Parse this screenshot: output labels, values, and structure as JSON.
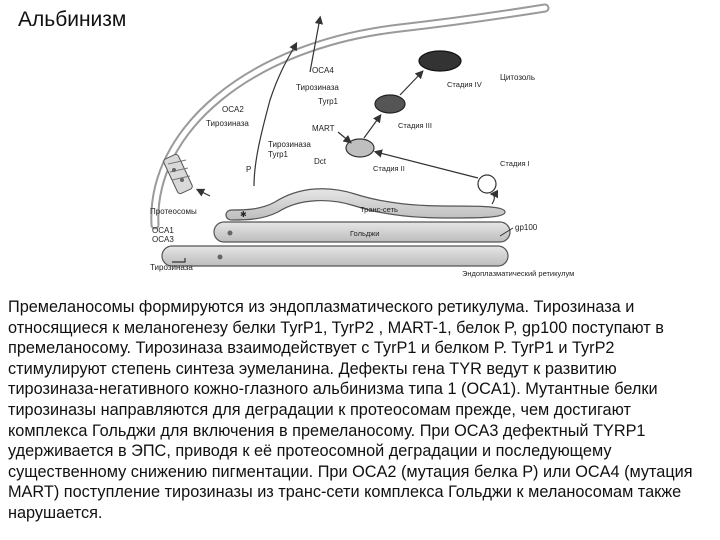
{
  "title": "Альбинизм",
  "diagram": {
    "labels": {
      "cytosol": "Цитозоль",
      "stage4": "Стадия IV",
      "stage3": "Стадия III",
      "stage2": "Стадия II",
      "stage1": "Стадия I",
      "oca4": "OCA4",
      "tyrosinase_a": "Тирозиназа",
      "tyrp1_a": "Tyrp1",
      "oca2": "OCA2",
      "tyrosinase_b": "Тирозиназа",
      "mart": "MART",
      "tyrosinase_c": "Тирозиназа",
      "tyrp1_b": "Tyrp1",
      "dct": "Dct",
      "p": "P",
      "proteasomes": "Протеосомы",
      "oca1": "OCA1",
      "oca3": "OCA3",
      "transgolgi": "Транс-сеть",
      "golgi": "Гольджи",
      "gp100": "gp100",
      "tyrosinase_er": "Тирозиназа",
      "er": "Эндоплазматический ретикулум"
    }
  },
  "paragraph": "Премеланосомы формируются из эндоплазматического ретикулума. Тирозиназа и относящиеся к меланогенезу белки TyrP1, TyrP2 , MART-1, белок P, gp100 поступают в премеланосому. Тирозиназа взаимодействует с TyrP1 и белком P. TyrP1 и TyrP2 стимулируют степень синтеза эумеланина. Дефекты гена TYR ведут к развитию тирозиназа-негативного кожно-глазного альбинизма типа 1 (OCA1). Мутантные белки тирозиназы направляются для деградации к протеосомам прежде, чем достигают комплекса Гольджи для включения в премеланосому. При OCA3 дефектный TYRP1 удерживается в ЭПС, приводя к её протеосомной деградации и последующему существенному снижению пигментации. При OCA2 (мутация белка P) или OCA4 (мутация MART) поступление тирозиназы из транс-сети комплекса Гольджи к меланосомам также нарушается."
}
